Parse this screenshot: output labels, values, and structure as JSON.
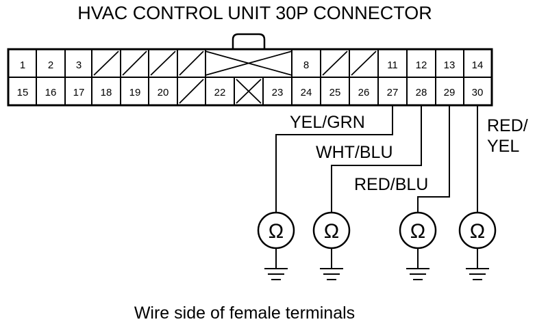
{
  "title": "HVAC CONTROL UNIT 30P CONNECTOR",
  "caption": "Wire side of female terminals",
  "connector": {
    "top_row": [
      "1",
      "2",
      "3",
      "",
      "",
      "",
      "",
      "",
      "",
      "",
      "8",
      "",
      "",
      "11",
      "12",
      "13",
      "14"
    ],
    "bottom_row": [
      "15",
      "16",
      "17",
      "18",
      "19",
      "20",
      "",
      "22",
      "",
      "23",
      "24",
      "25",
      "26",
      "27",
      "28",
      "29",
      "30"
    ]
  },
  "wires": {
    "w27": "YEL/GRN",
    "w28": "WHT/BLU",
    "w29": "RED/BLU",
    "w30_line1": "RED/",
    "w30_line2": "YEL"
  },
  "meters": {
    "symbol": "Ω",
    "icon": "ohmmeter-icon",
    "ground_icon": "ground-icon"
  }
}
